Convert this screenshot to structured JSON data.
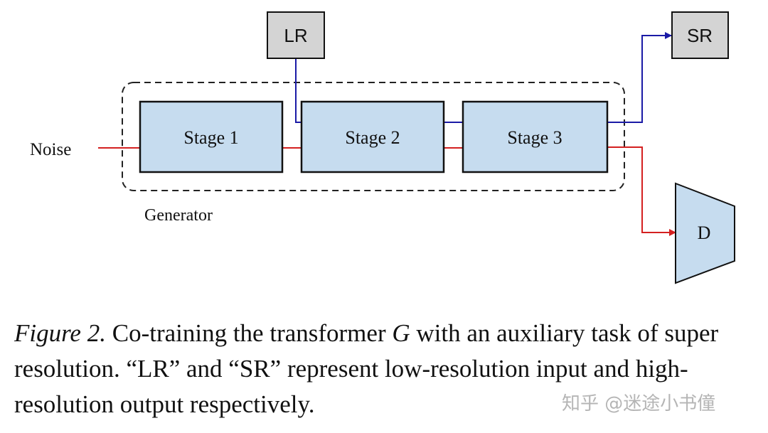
{
  "diagram": {
    "noise_label": "Noise",
    "generator_label": "Generator",
    "stages": [
      "Stage 1",
      "Stage 2",
      "Stage 3"
    ],
    "lr_label": "LR",
    "sr_label": "SR",
    "discriminator_label": "D",
    "colors": {
      "box_fill": "#c6dcef",
      "input_box_fill": "#d4d4d4",
      "noise_path": "#d42020",
      "super_res_path": "#1a1aa6",
      "outline": "#111111"
    }
  },
  "caption": {
    "label": "Figure 2.",
    "text_1": " Co-training the transformer ",
    "var": "G",
    "text_2": " with an auxiliary task of super resolution. “LR” and “SR” represent low-resolution input and high-resolution output respectively."
  },
  "watermark": "知乎 @迷途小书僮"
}
